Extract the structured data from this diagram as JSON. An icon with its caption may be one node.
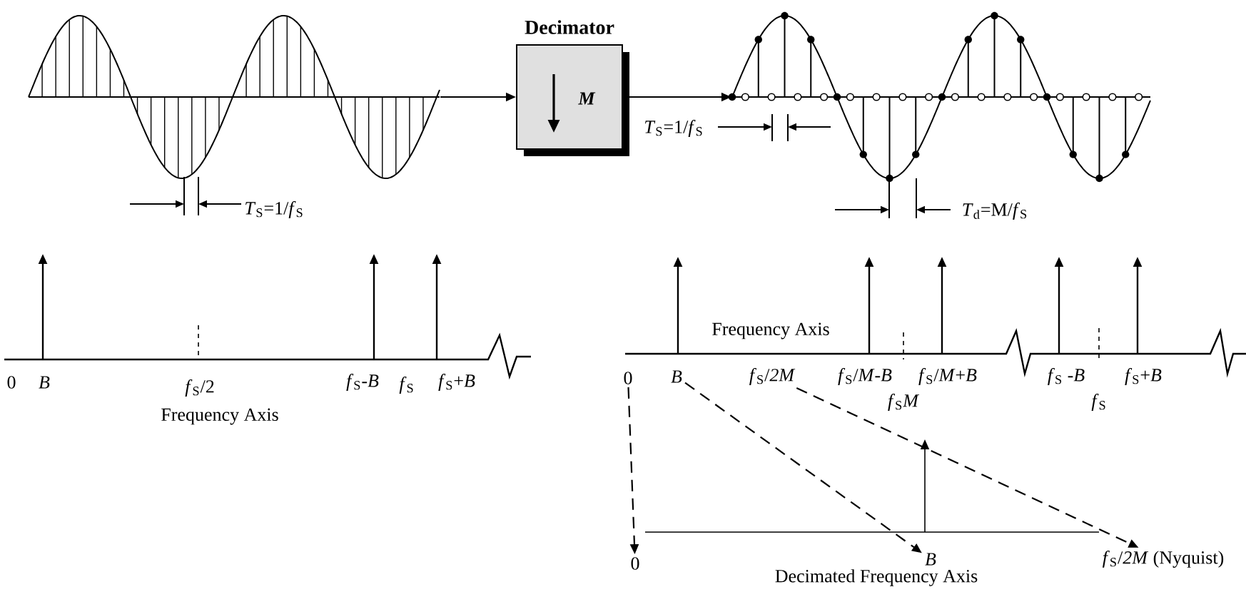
{
  "diagram": {
    "nodes": [
      {
        "text": [],
        "shape": "picture"
      },
      {
        "text": [
          "Decimator",
          "M"
        ]
      },
      {
        "text": [],
        "shape": "picture"
      },
      {
        "text": [
          "0"
        ]
      },
      {
        "text": [
          "*B*"
        ]
      },
      {
        "text": [
          "*f*$_{S}$/*2M*"
        ]
      },
      {
        "text": [
          "0"
        ]
      },
      {
        "text": [
          "*B*"
        ]
      },
      {
        "text": [
          "*f*$_{S}$/*2M* (Nyquist)"
        ]
      }
    ],
    "edges": [
      {
        "from": 0,
        "to": 1,
        "arrow": "to"
      },
      {
        "from": 1,
        "to": 2,
        "arrow": "to"
      },
      {
        "from": 3,
        "to": 6,
        "arrow": "to",
        "style": "dashed"
      },
      {
        "from": 4,
        "to": 7,
        "arrow": "to",
        "style": "dashed"
      },
      {
        "from": 5,
        "to": 8,
        "arrow": "to",
        "style": "dashed"
      }
    ],
    "labels": [
      "*T*$_{S}$=1/*f*$_{S}$",
      "*T*$_{S}$=1/*f*$_{S}$",
      "*T*$_{d}$=M/*f*$_{S}$",
      "0",
      "*B*",
      "*f*$_{S}$/2",
      "*f*$_{S}$-*B*",
      "*f*$_{S}$",
      "*f*$_{S}$+*B*",
      "Frequency Axis",
      "Frequency Axis",
      "*f*$_{S}$/*M*-*B*",
      "*f*$_{S}$/*M*+*B*",
      "*f*$_{S}$ -*B*",
      "*f*$_{S}$+*B*",
      "*f*$_{S}$*M*",
      "*f*$_{S}$",
      "Decimated Frequency Axis"
    ]
  }
}
